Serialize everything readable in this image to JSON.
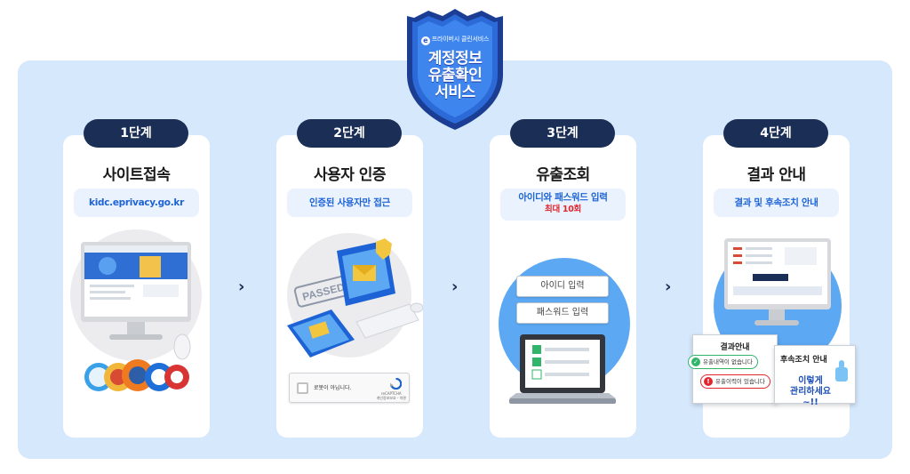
{
  "shield": {
    "subtitle": "프라이버시 클린서비스",
    "title_lines": [
      "계정정보",
      "유출확인",
      "서비스"
    ],
    "logo_glyph": "e"
  },
  "steps": [
    {
      "pill": "1단계",
      "title": "사이트접속",
      "sub": "kidc.eprivacy.go.kr"
    },
    {
      "pill": "2단계",
      "title": "사용자 인증",
      "sub": "인증된 사용자만 접근",
      "stamp": "PASSED",
      "captcha": {
        "label": "로봇이 아닙니다.",
        "brand": "reCAPTCHA",
        "terms": "개인정보보호 - 약관"
      }
    },
    {
      "pill": "3단계",
      "title": "유출조회",
      "sub": "아이디와 패스워드 입력",
      "sub_note": "최대 10회",
      "fields": [
        "아이디 입력",
        "패스워드 입력"
      ]
    },
    {
      "pill": "4단계",
      "title": "결과 안내",
      "sub": "결과 및 후속조치 안내",
      "result": {
        "title": "결과안내",
        "ok": "유출내역이 없습니다",
        "leak": "유출이력이 있습니다",
        "follow_title": "후속조치 안내",
        "follow_text_lines": [
          "이렇게",
          "관리하세요~!!"
        ]
      }
    }
  ],
  "arrow_glyph": "›",
  "colors": {
    "navy": "#1b2e55",
    "blue": "#1d63d6",
    "panel": "#d6e8fb",
    "red": "#e0262f"
  }
}
